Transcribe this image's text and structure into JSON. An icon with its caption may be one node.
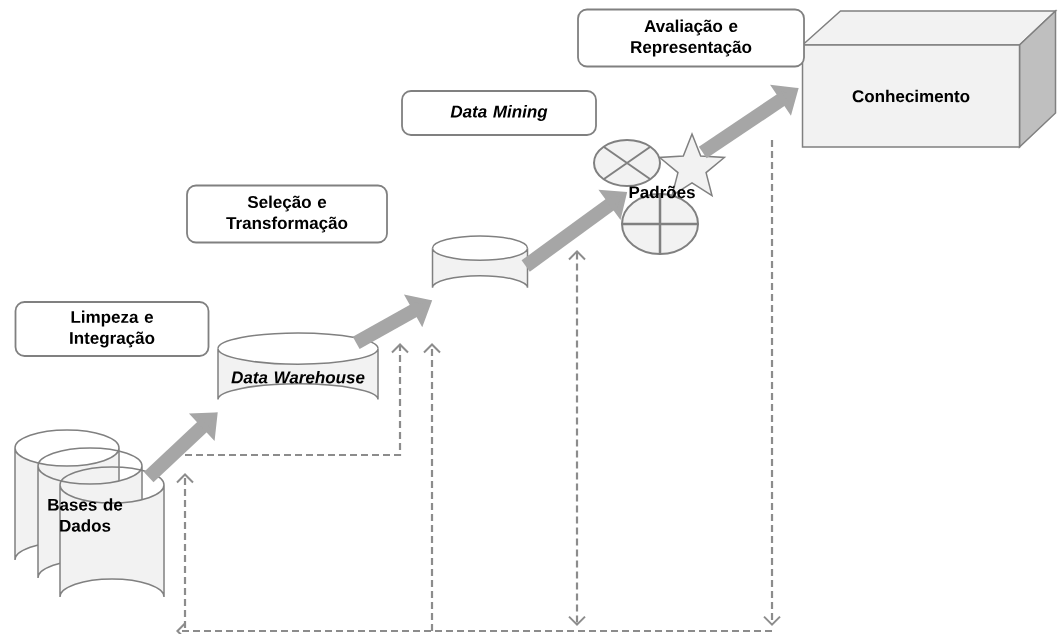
{
  "diagram": {
    "nodes": [
      {
        "text": [
          "Bases de Dados"
        ]
      },
      {
        "text": [
          "Data Warehouse"
        ]
      },
      {
        "text": [],
        "shape": "cylinder"
      },
      {
        "text": [
          "Padrões"
        ]
      },
      {
        "text": [
          "Conhecimento"
        ]
      },
      {
        "text": [
          "Limpeza e Integração"
        ]
      },
      {
        "text": [
          "Seleção e Transformação"
        ]
      },
      {
        "text": [
          "Data Mining"
        ]
      },
      {
        "text": [
          "Avaliação e Representação"
        ]
      }
    ],
    "edges": [
      {
        "from": 0,
        "to": 1,
        "arrow": "to"
      },
      {
        "from": 1,
        "to": 2,
        "arrow": "to"
      },
      {
        "from": 2,
        "to": 3,
        "arrow": "to"
      },
      {
        "from": 3,
        "to": 4,
        "arrow": "to"
      }
    ]
  }
}
